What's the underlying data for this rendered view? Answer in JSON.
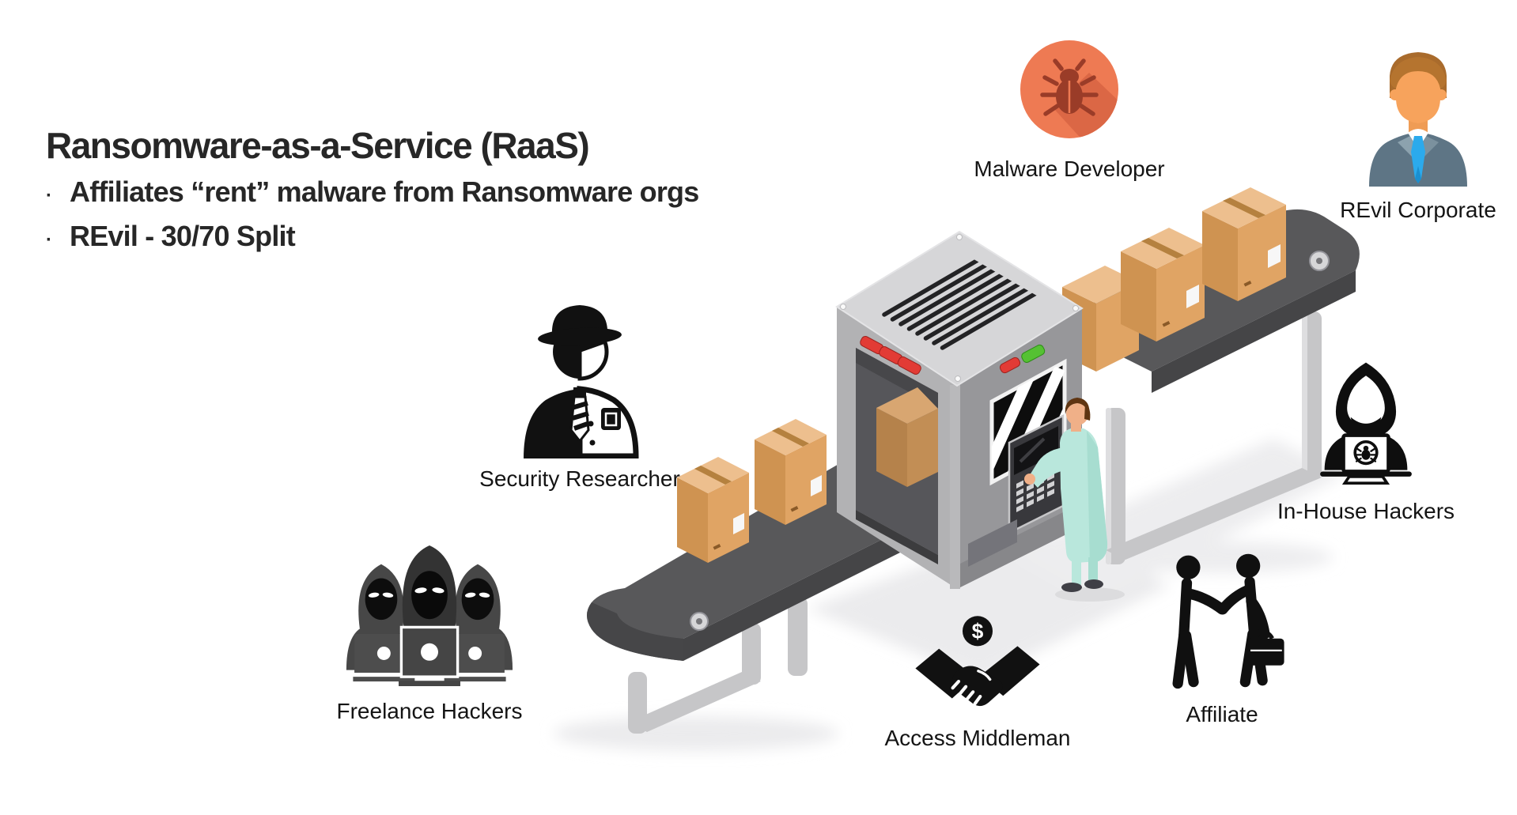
{
  "title": "Ransomware-as-a-Service (RaaS)",
  "bullets": [
    {
      "marker": "·",
      "text": "Affiliates “rent” malware from Ransomware orgs"
    },
    {
      "marker": "·",
      "text": "REvil - 30/70 Split"
    }
  ],
  "actors": [
    {
      "id": "malware-developer",
      "label": "Malware Developer",
      "icon": "bug-icon"
    },
    {
      "id": "revil-corporate",
      "label": "REvil Corporate",
      "icon": "businessman-icon"
    },
    {
      "id": "security-researcher",
      "label": "Security Researcher",
      "icon": "detective-icon"
    },
    {
      "id": "freelance-hackers",
      "label": "Freelance Hackers",
      "icon": "hooded-group-laptops-icon"
    },
    {
      "id": "in-house-hackers",
      "label": "In-House Hackers",
      "icon": "hooded-hacker-laptop-icon"
    },
    {
      "id": "access-middleman",
      "label": "Access Middleman",
      "icon": "handshake-dollar-icon"
    },
    {
      "id": "affiliate",
      "label": "Affiliate",
      "icon": "people-handshake-briefcase-icon"
    }
  ],
  "illustration": {
    "description": "Isometric conveyor belt carrying cardboard boxes through a gray scanning machine operated by a worker in a mint lab coat",
    "dollar_sign": "$"
  },
  "colors": {
    "background": "#ffffff",
    "heading_text": "#272727",
    "label_text": "#141414",
    "malware_orange": "#ee7a53",
    "bug_dark_red": "#9a3c28",
    "suit_gray_blue": "#5e7585",
    "tie_blue": "#2baaec",
    "skin_tone": "#f7a35c",
    "machine_gray_top": "#d6d6d8",
    "machine_gray_left": "#b2b2b4",
    "machine_gray_right": "#97979a",
    "belt_dark_gray": "#58585a",
    "leg_light_gray": "#c6c6c8",
    "box_tan_top": "#edbf8e",
    "box_tan_left": "#cf9351",
    "box_tan_right": "#e0a464",
    "status_light_red": "#e23b35",
    "status_light_green": "#55c133",
    "worker_coat_mint": "#b9e7dc",
    "icon_black": "#111111"
  }
}
